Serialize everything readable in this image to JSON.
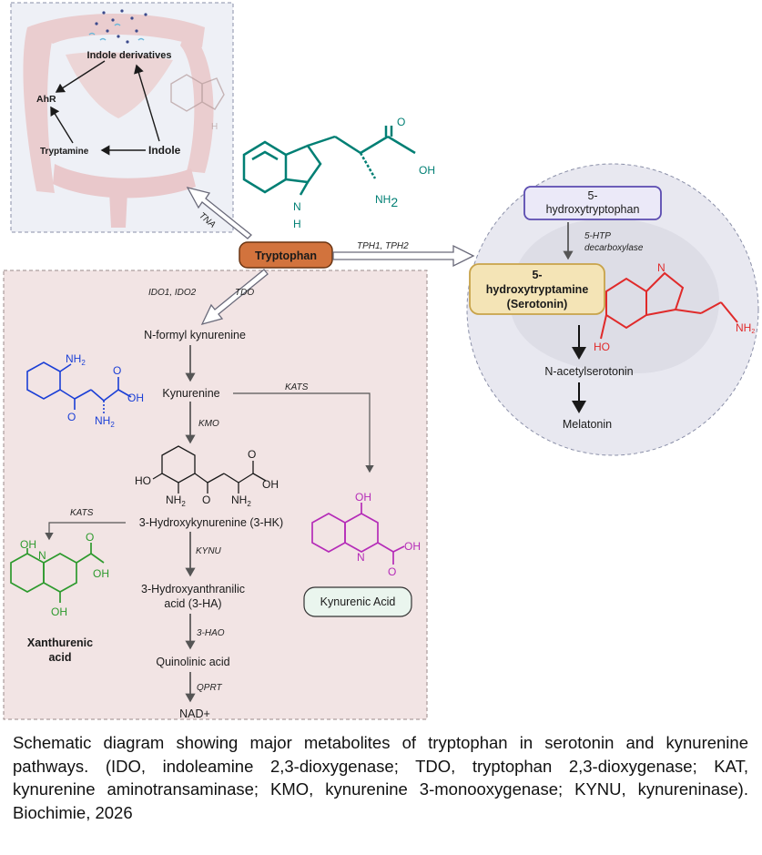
{
  "gut": {
    "indole_derivatives": "Indole derivatives",
    "ahr": "AhR",
    "tryptamine": "Tryptamine",
    "indole": "Indole",
    "enzyme_tna": "TNA"
  },
  "tryptophan": {
    "label": "Tryptophan",
    "nh2": "NH",
    "nh2_sub": "2",
    "h": "H",
    "oh": "OH",
    "o": "O",
    "n": "N"
  },
  "serotonin_path": {
    "enzyme": "TPH1, TPH2",
    "htp_line1": "5-",
    "htp_line2": "hydroxytryptophan",
    "decarbox_line1": "5-HTP",
    "decarbox_line2": "decarboxylase",
    "sero_line1": "5-",
    "sero_line2": "hydroxytryptamine",
    "sero_line3": "(Serotonin)",
    "acetyl": "N-acetylserotonin",
    "melatonin": "Melatonin",
    "ho": "HO",
    "n_red": "N",
    "nh2_red": "NH",
    "nh2_red_sub": "2"
  },
  "kynurenine_path": {
    "enzymes_top": "IDO1, IDO2",
    "enzyme_tdo": "TDO",
    "nfk": "N-formyl kynurenine",
    "kyn": "Kynurenine",
    "kats_right": "KATS",
    "kmo": "KMO",
    "hk": "3-Hydroxykynurenine (3-HK)",
    "kats_left": "KATS",
    "kynu": "KYNU",
    "ha_line1": "3-Hydroxyanthranilic",
    "ha_line2": "acid (3-HA)",
    "hao": "3-HAO",
    "quin": "Quinolinic acid",
    "qprt": "QPRT",
    "nad": "NAD+",
    "kyn_acid": "Kynurenic Acid",
    "xan_line1": "Xanthurenic",
    "xan_line2": "acid",
    "kyn_chem": {
      "nh2": "NH",
      "sub": "2",
      "o": "O",
      "oh": "OH",
      "nh2b": "NH",
      "sub2": "2"
    },
    "hk_chem": {
      "ho": "HO",
      "o": "O",
      "oh": "OH",
      "nh2a": "NH",
      "suba": "2",
      "o2": "O",
      "nh2b": "NH",
      "subb": "2"
    },
    "ka_chem": {
      "oh": "OH",
      "n": "N",
      "oh2": "OH",
      "o": "O"
    },
    "xa_chem": {
      "oh": "OH",
      "n": "N",
      "o": "O",
      "oh2": "OH",
      "oh3": "OH"
    }
  },
  "colors": {
    "gut_bg": "#eef0f6",
    "kyn_bg": "#f2e4e4",
    "brain_bg": "#e8e8f0",
    "tryptophan_pill": "#d2733d",
    "teal": "#007f74",
    "blue": "#1b3fd6",
    "purple": "#b52cb8",
    "green": "#2e9a2e",
    "red": "#e02a2a",
    "htp_box": "#ebe9f8",
    "htp_border": "#5a4bb0",
    "sero_box": "#f4e4b6",
    "sero_border": "#c8a34a",
    "ka_box": "#eaf5ee"
  },
  "caption": "Schematic diagram showing major metabolites of tryptophan in serotonin and kynurenine pathways. (IDO, indoleamine 2,3-dioxygenase; TDO, tryptophan 2,3-dioxygenase; KAT, kynurenine aminotransaminase; KMO, kynurenine 3-monooxygenase; KYNU, kynureninase). Biochimie, 2026"
}
